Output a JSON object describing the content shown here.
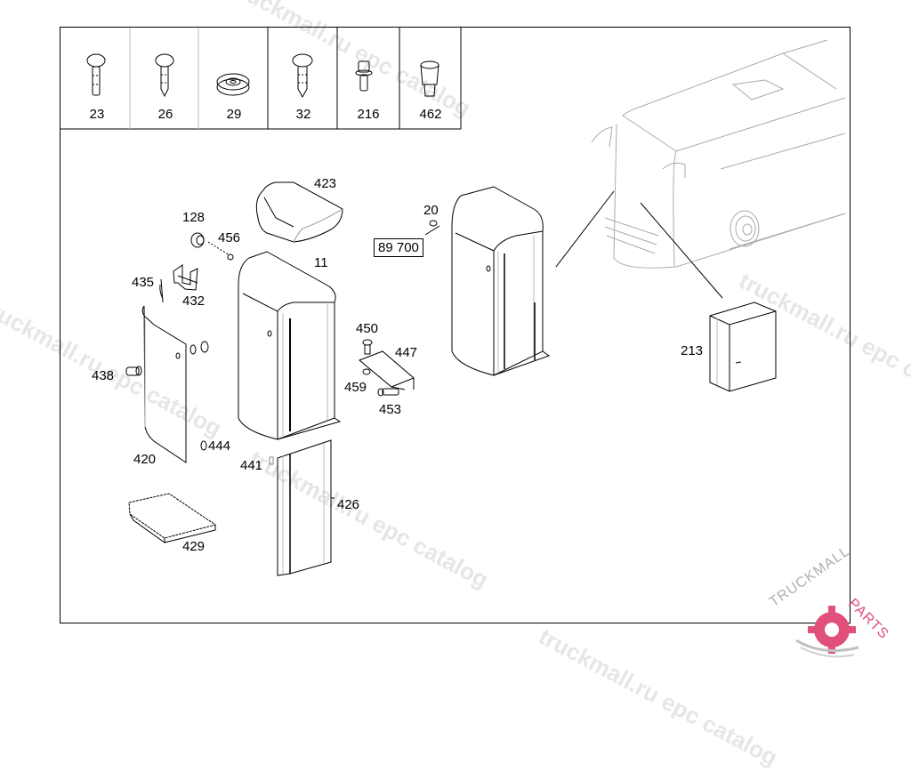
{
  "header_parts": [
    {
      "number": "23",
      "icon": "screw-icon"
    },
    {
      "number": "26",
      "icon": "tapping-screw-icon"
    },
    {
      "number": "29",
      "icon": "washer-icon"
    },
    {
      "number": "32",
      "icon": "pan-head-screw-icon"
    },
    {
      "number": "216",
      "icon": "hex-bolt-icon"
    },
    {
      "number": "462",
      "icon": "plug-icon"
    }
  ],
  "callouts": {
    "p423": "423",
    "p128": "128",
    "p456": "456",
    "p11": "11",
    "p435": "435",
    "p432": "432",
    "p438": "438",
    "p420": "420",
    "p444": "444",
    "p441": "441",
    "p426": "426",
    "p429": "429",
    "p450": "450",
    "p447": "447",
    "p459": "459",
    "p453": "453",
    "p20": "20",
    "p213": "213"
  },
  "reference_box": "89 700",
  "watermarks": {
    "text1": "truckmall.ru epc catalog",
    "text2": "truckmall.ru epc catalog",
    "text3": "truckmall.ru epc catalog",
    "text4": "truckmall.ru epc catalog",
    "text5": "truckmall.ru epc catalog"
  },
  "logo": {
    "left": "TRUCKMALL",
    "right": "PARTS",
    "accent_color": "#e0507a",
    "gray_color": "#b0b0b0"
  }
}
